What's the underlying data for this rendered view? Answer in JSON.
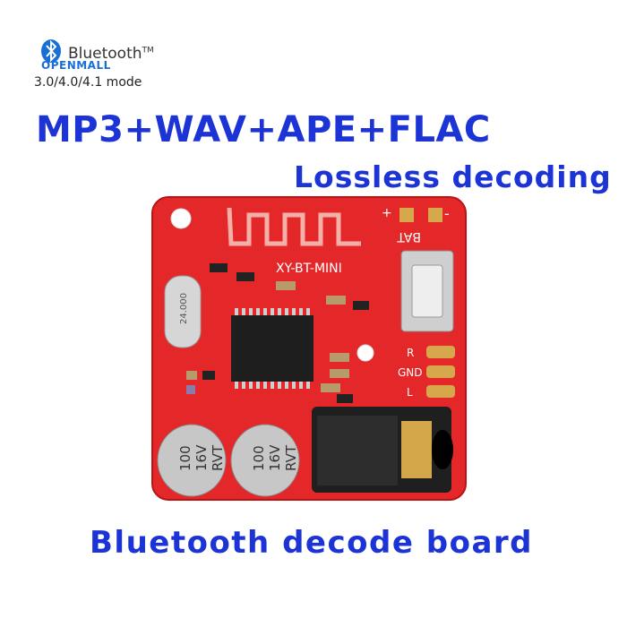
{
  "logo": {
    "brand": "Bluetooth",
    "trademark": "TM",
    "shop": "OPENMALL",
    "modes": "3.0/4.0/4.1 mode",
    "icon": "bluetooth-icon"
  },
  "headline": "MP3+WAV+APE+FLAC",
  "subhead": "Lossless decoding",
  "caption": "Bluetooth decode board",
  "board": {
    "model": "XY-BT-MINI",
    "battery_label": "BAT",
    "plus_label": "+",
    "minus_label": "-",
    "crystal_label": "24.000",
    "right_label": "R",
    "ground_label": "GND",
    "left_label": "L",
    "cap1": [
      "100",
      "16V",
      "RVT"
    ],
    "cap2": [
      "100",
      "16V",
      "RVT"
    ],
    "pcb_color": "#e4282a"
  }
}
